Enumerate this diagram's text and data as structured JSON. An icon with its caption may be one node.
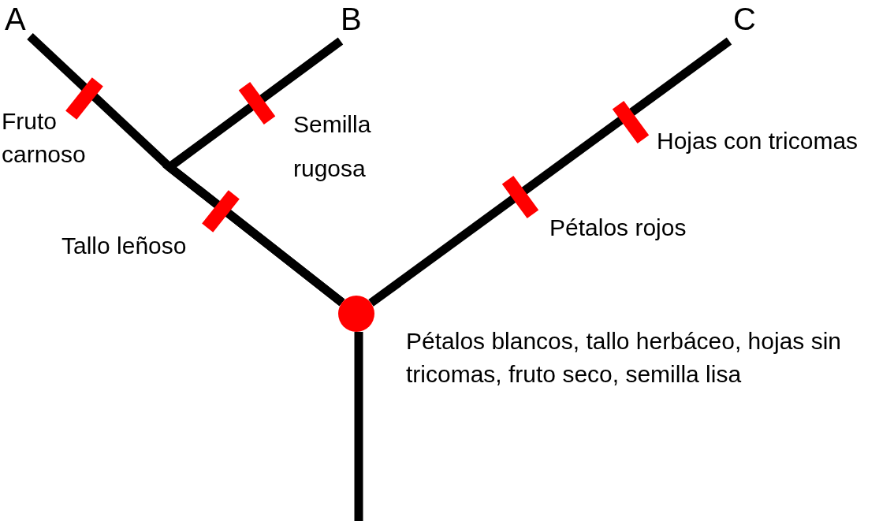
{
  "diagram": {
    "nodes": [
      {
        "text": [
          "A"
        ]
      },
      {
        "text": [
          "B"
        ]
      },
      {
        "text": [
          "C"
        ]
      },
      {
        "text": [],
        "shape": "circle",
        "beside": [
          "Pétalos blancos, tallo herbáceo, hojas sin tricomas, fruto seco, semilla lisa"
        ]
      }
    ],
    "edges": [
      {
        "from": 3,
        "to": 0,
        "arrow": "none"
      },
      {
        "from": 3,
        "to": 1,
        "arrow": "none"
      },
      {
        "from": 3,
        "to": 2,
        "arrow": "none"
      },
      {
        "from": null,
        "to": 3,
        "arrow": "none"
      }
    ],
    "labels": [
      "Fruto carnoso",
      "Semilla rugosa",
      "Hojas con tricomas",
      "Tallo leñoso",
      "Pétalos rojos"
    ]
  }
}
